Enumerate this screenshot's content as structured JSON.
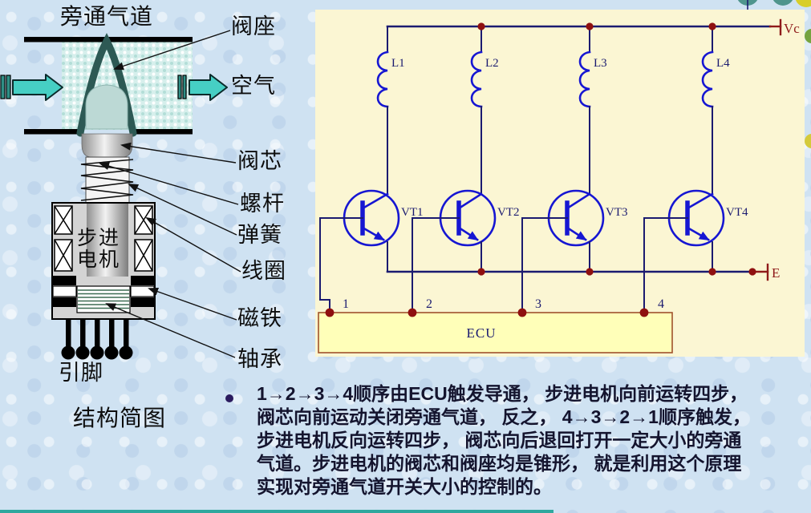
{
  "slide": {
    "background_color": "#cfe2f2",
    "bottom_strip_color": "#2fa89e",
    "corner_dot_colors": [
      "#4f958d",
      "#4f958d",
      "#d8ce2a"
    ]
  },
  "structure_diagram": {
    "title": "旁通气道",
    "caption": "结构简图",
    "motor_label": [
      "步进",
      "电机"
    ],
    "part_labels": {
      "valve_seat": "阀座",
      "air": "空气",
      "valve_core": "阀芯",
      "screw_rod": "螺杆",
      "spring": "弹簧",
      "coil": "线圈",
      "magnet": "磁铁",
      "bearing": "轴承",
      "pins": "引脚"
    },
    "air_arrow_color": "#46cfc4",
    "channel_fill": "#d6efec",
    "valve_seat_color": "#2d5954"
  },
  "circuit": {
    "panel_color": "#fbf6d3",
    "wire_color": "#1b1b70",
    "device_color": "#1616d2",
    "junction_color": "#8f1010",
    "supply_color": "#8f1a1a",
    "ecu_box_fill": "#ffffb9",
    "ecu_box_border": "#a0522d",
    "inductors": [
      "L1",
      "L2",
      "L3",
      "L4"
    ],
    "transistors": [
      "VT1",
      "VT2",
      "VT3",
      "VT4"
    ],
    "terminals": [
      "1",
      "2",
      "3",
      "4"
    ],
    "ecu_label": "ECU",
    "vc_label": "Vc",
    "e_label": "E"
  },
  "notes": {
    "bullet_lines": [
      "1→2→3→4顺序由ECU触发导通， 步进电机向前运转四步，",
      "阀芯向前运动关闭旁通气道， 反之， 4→3→2→1顺序触发，",
      "步进电机反向运转四步， 阀芯向后退回打开一定大小的旁通",
      "气道。步进电机的阀芯和阀座均是锥形， 就是利用这个原理",
      "实现对旁通气道开关大小的控制的。"
    ]
  }
}
